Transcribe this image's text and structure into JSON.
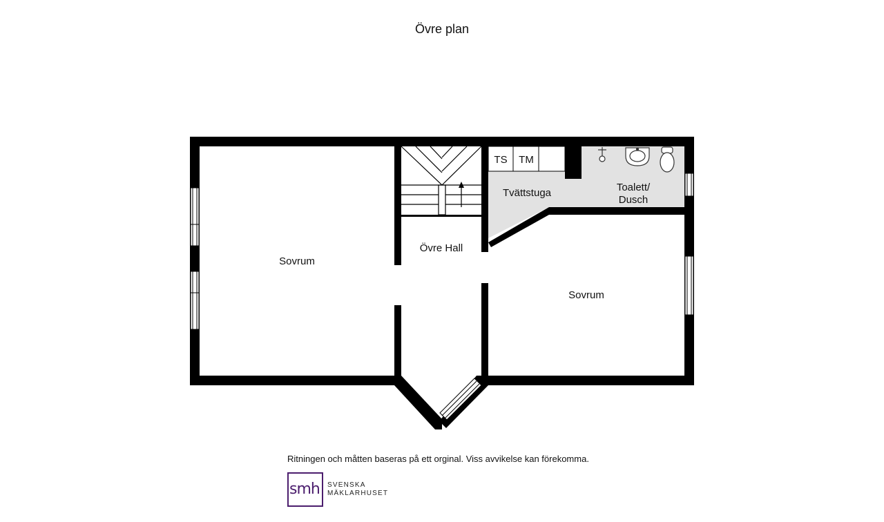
{
  "title": "Övre plan",
  "rooms": {
    "sovrum_left": "Sovrum",
    "sovrum_right": "Sovrum",
    "hall": "Övre Hall",
    "tvattstuga": "Tvättstuga",
    "toalett_line1": "Toalett/",
    "toalett_line2": "Dusch",
    "ts": "TS",
    "tm": "TM"
  },
  "disclaimer": "Ritningen och måtten baseras på ett orginal. Viss avvikelse kan förekomma.",
  "logo": {
    "mark": "smh",
    "line1": "SVENSKA",
    "line2": "MÄKLARHUSET"
  },
  "colors": {
    "wall": "#000000",
    "wet_room": "#e2e2e2",
    "brand": "#4b1d6d"
  }
}
